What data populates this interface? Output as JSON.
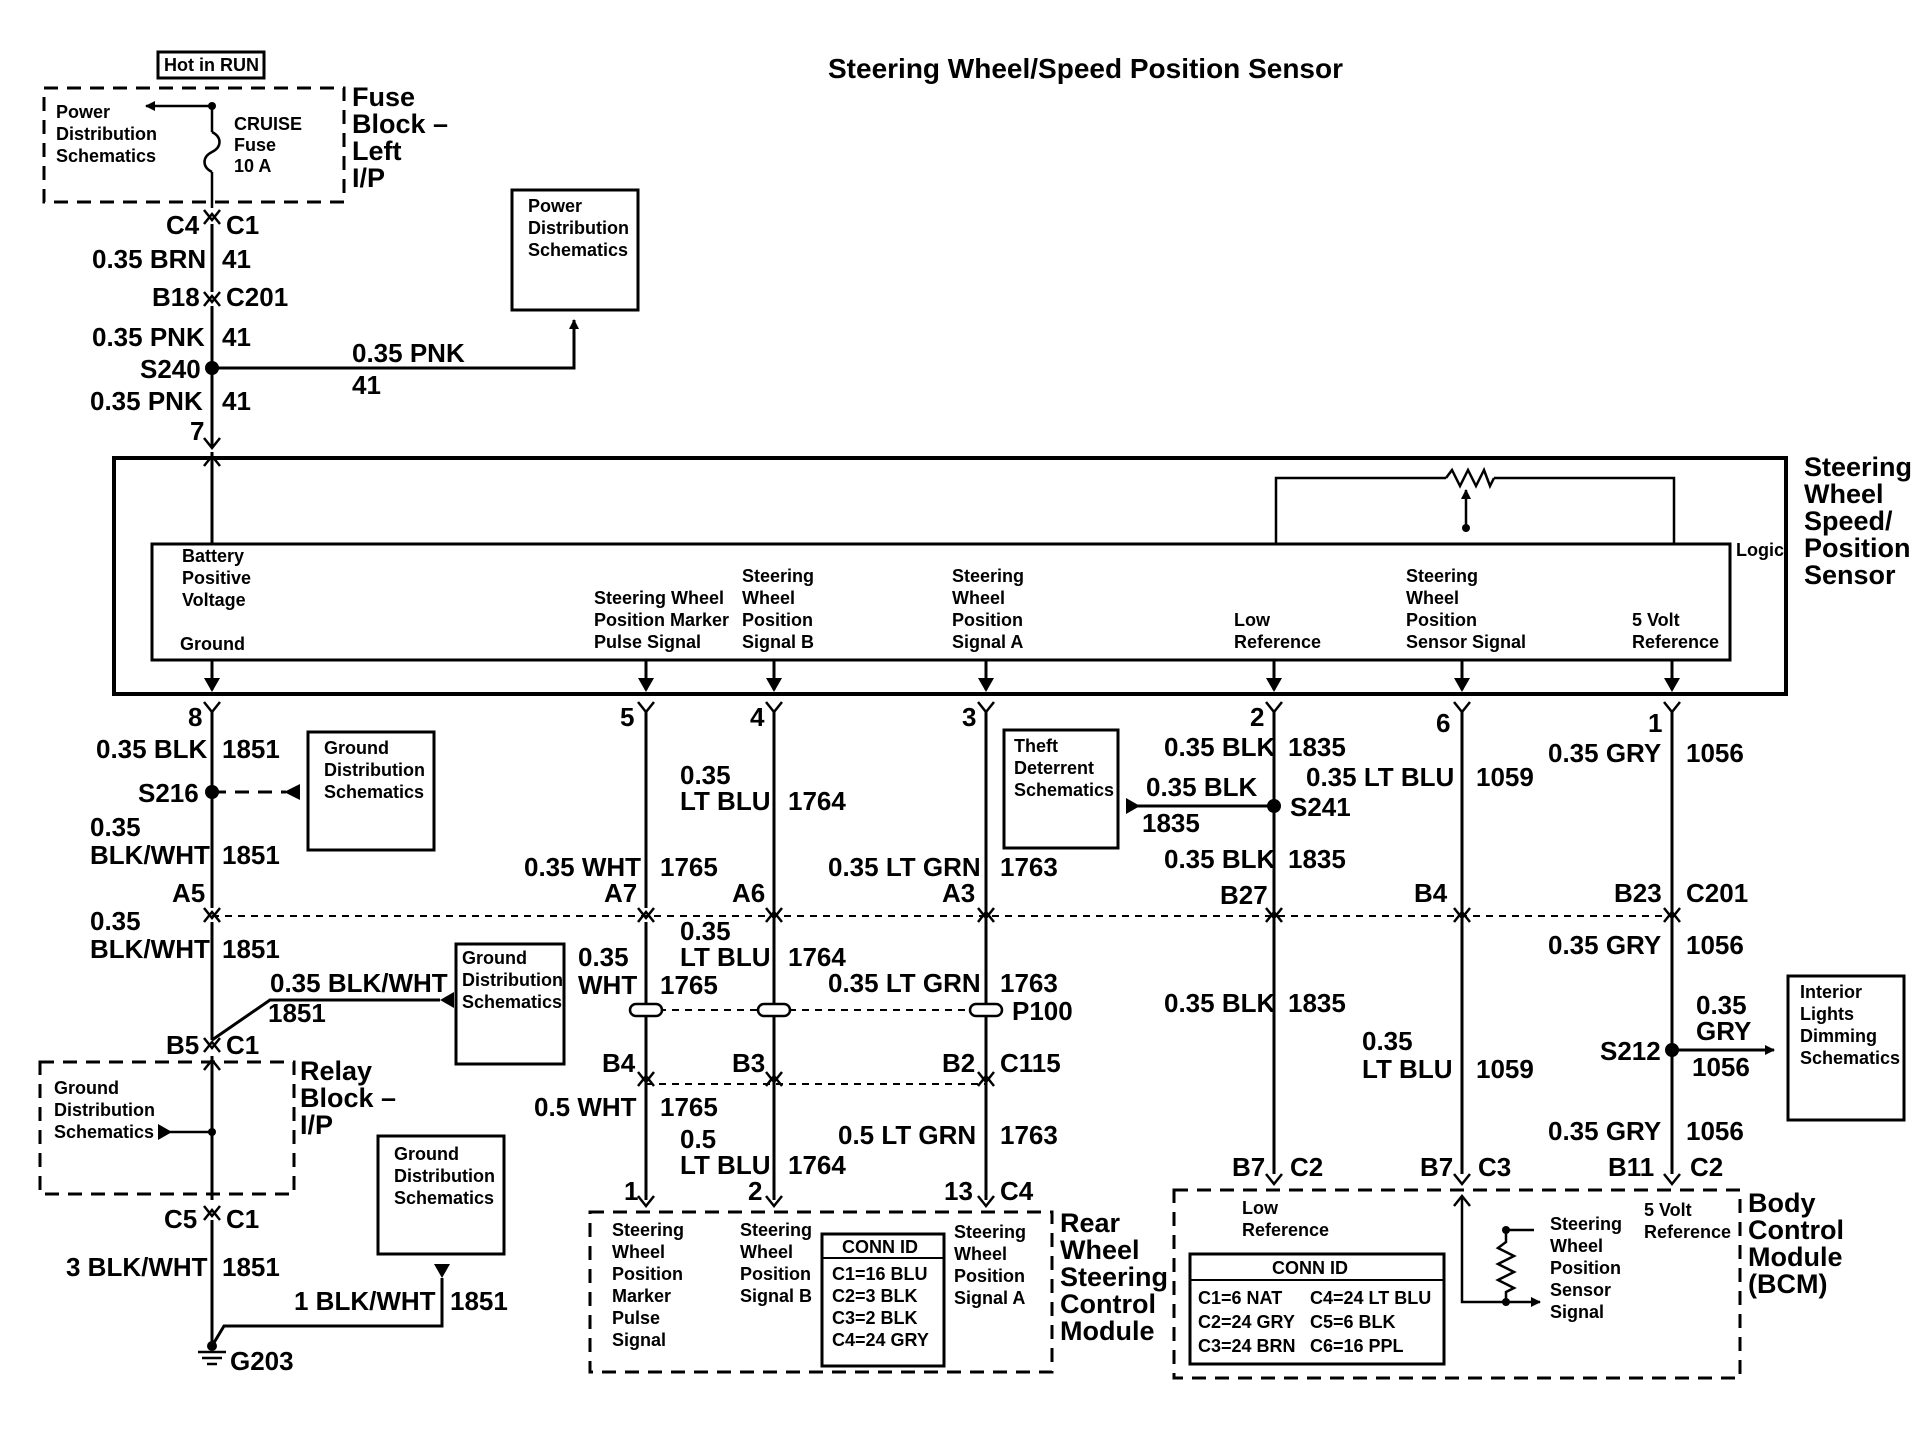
{
  "title": "Steering Wheel/Speed Position Sensor",
  "hot_label": "Hot in RUN",
  "fuse_block": {
    "title": [
      "Fuse",
      "Block –",
      "Left",
      "I/P"
    ],
    "pds": [
      "Power",
      "Distribution",
      "Schematics"
    ],
    "fuse": [
      "CRUISE",
      "Fuse",
      "10 A"
    ]
  },
  "pds_box": [
    "Power",
    "Distribution",
    "Schematics"
  ],
  "feed": {
    "c4": "C4",
    "c1": "C1",
    "wire1": "0.35 BRN",
    "circ1": "41",
    "b18": "B18",
    "c201": "C201",
    "wire2": "0.35 PNK",
    "circ2": "41",
    "splice": "S240",
    "wire3": "0.35 PNK",
    "circ3": "41",
    "branch_wire": "0.35 PNK",
    "branch_circ": "41",
    "pin7": "7"
  },
  "sensor": {
    "title": [
      "Steering",
      "Wheel",
      "Speed/",
      "Position",
      "Sensor"
    ],
    "logic": "Logic",
    "battery": [
      "Battery",
      "Positive",
      "Voltage"
    ],
    "ground": "Ground",
    "marker": [
      "Steering Wheel",
      "Position Marker",
      "Pulse Signal"
    ],
    "sig_b": [
      "Steering",
      "Wheel",
      "Position",
      "Signal B"
    ],
    "sig_a": [
      "Steering",
      "Wheel",
      "Position",
      "Signal A"
    ],
    "low_ref": [
      "Low",
      "Reference"
    ],
    "sensor_sig": [
      "Steering",
      "Wheel",
      "Position",
      "Sensor Signal"
    ],
    "ref5v": [
      "5 Volt",
      "Reference"
    ]
  },
  "ground_circuit": {
    "pin": "8",
    "wire1": "0.35 BLK",
    "circ1": "1851",
    "gds1": [
      "Ground",
      "Distribution",
      "Schematics"
    ],
    "splice": "S216",
    "wire2": [
      "0.35",
      "BLK/WHT"
    ],
    "circ2": "1851",
    "a5": "A5",
    "wire3": [
      "0.35",
      "BLK/WHT"
    ],
    "circ3": "1851",
    "branch_wire": "0.35 BLK/WHT",
    "branch_circ": "1851",
    "gds2": [
      "Ground",
      "Distribution",
      "Schematics"
    ],
    "b5": "B5",
    "c1a": "C1",
    "relay_title": [
      "Relay",
      "Block –",
      "I/P"
    ],
    "relay_gds": [
      "Ground",
      "Distribution",
      "Schematics"
    ],
    "c5": "C5",
    "c1b": "C1",
    "wire4": "3 BLK/WHT",
    "circ4": "1851",
    "gds3": [
      "Ground",
      "Distribution",
      "Schematics"
    ],
    "wire5": "1 BLK/WHT",
    "circ5": "1851",
    "g203": "G203"
  },
  "marker_circuit": {
    "pin": "5",
    "wire1": "0.35 WHT",
    "circ1": "1765",
    "a7": "A7",
    "wire2": [
      "0.35",
      "WHT"
    ],
    "circ2": "1765",
    "b4": "B4",
    "wire3": "0.5 WHT",
    "circ3": "1765",
    "pin1": "1"
  },
  "sigb_circuit": {
    "pin": "4",
    "wire1": [
      "0.35",
      "LT BLU"
    ],
    "circ1": "1764",
    "a6": "A6",
    "wire2": [
      "0.35",
      "LT BLU"
    ],
    "circ2": "1764",
    "b3": "B3",
    "wire3": [
      "0.5",
      "LT BLU"
    ],
    "circ3": "1764",
    "pin2": "2"
  },
  "siga_circuit": {
    "pin": "3",
    "wire1": "0.35 LT GRN",
    "circ1": "1763",
    "a3": "A3",
    "theft": [
      "Theft",
      "Deterrent",
      "Schematics"
    ],
    "wire2": "0.35 LT GRN",
    "circ2": "1763",
    "p100": "P100",
    "b2": "B2",
    "c115": "C115",
    "wire3": "0.5 LT GRN",
    "circ3": "1763",
    "pin13": "13",
    "c4": "C4"
  },
  "lowref_circuit": {
    "pin": "2",
    "wire1": "0.35 BLK",
    "circ1": "1835",
    "branch_wire": "0.35 BLK",
    "branch_circ": "1835",
    "splice": "S241",
    "wire2": "0.35 BLK",
    "circ2": "1835",
    "b27": "B27",
    "wire3": "0.35 BLK",
    "circ3": "1835",
    "b7": "B7",
    "c2": "C2"
  },
  "sensorsig_circuit": {
    "pin": "6",
    "wire1": "0.35 LT BLU",
    "circ1": "1059",
    "b4": "B4",
    "wire2": [
      "0.35",
      "LT BLU"
    ],
    "circ2": "1059",
    "b7": "B7",
    "c3": "C3"
  },
  "ref_circuit": {
    "pin": "1",
    "wire1": "0.35 GRY",
    "circ1": "1056",
    "b23": "B23",
    "c201": "C201",
    "wire2": "0.35 GRY",
    "circ2": "1056",
    "splice": "S212",
    "branch_wire": [
      "0.35",
      "GRY"
    ],
    "branch_circ": "1056",
    "ildim": [
      "Interior",
      "Lights",
      "Dimming",
      "Schematics"
    ],
    "wire3": "0.35 GRY",
    "circ3": "1056",
    "b11": "B11",
    "c2": "C2"
  },
  "rwscm": {
    "title": [
      "Rear",
      "Wheel",
      "Steering",
      "Control",
      "Module"
    ],
    "marker": [
      "Steering",
      "Wheel",
      "Position",
      "Marker",
      "Pulse",
      "Signal"
    ],
    "sig_b": [
      "Steering",
      "Wheel",
      "Position",
      "Signal B"
    ],
    "sig_a": [
      "Steering",
      "Wheel",
      "Position",
      "Signal A"
    ],
    "conn_title": "CONN ID",
    "conn": [
      "C1=16 BLU",
      "C2=3 BLK",
      "C3=2 BLK",
      "C4=24 GRY"
    ]
  },
  "bcm": {
    "title": [
      "Body",
      "Control",
      "Module",
      "(BCM)"
    ],
    "low_ref": [
      "Low",
      "Reference"
    ],
    "sensor_sig": [
      "Steering",
      "Wheel",
      "Position",
      "Sensor",
      "Signal"
    ],
    "ref5v": [
      "5 Volt",
      "Reference"
    ],
    "conn_title": "CONN ID",
    "conn": [
      "C1=6 NAT",
      "C4=24 LT BLU",
      "C2=24 GRY",
      "C5=6 BLK",
      "C3=24 BRN",
      "C6=16 PPL"
    ]
  }
}
